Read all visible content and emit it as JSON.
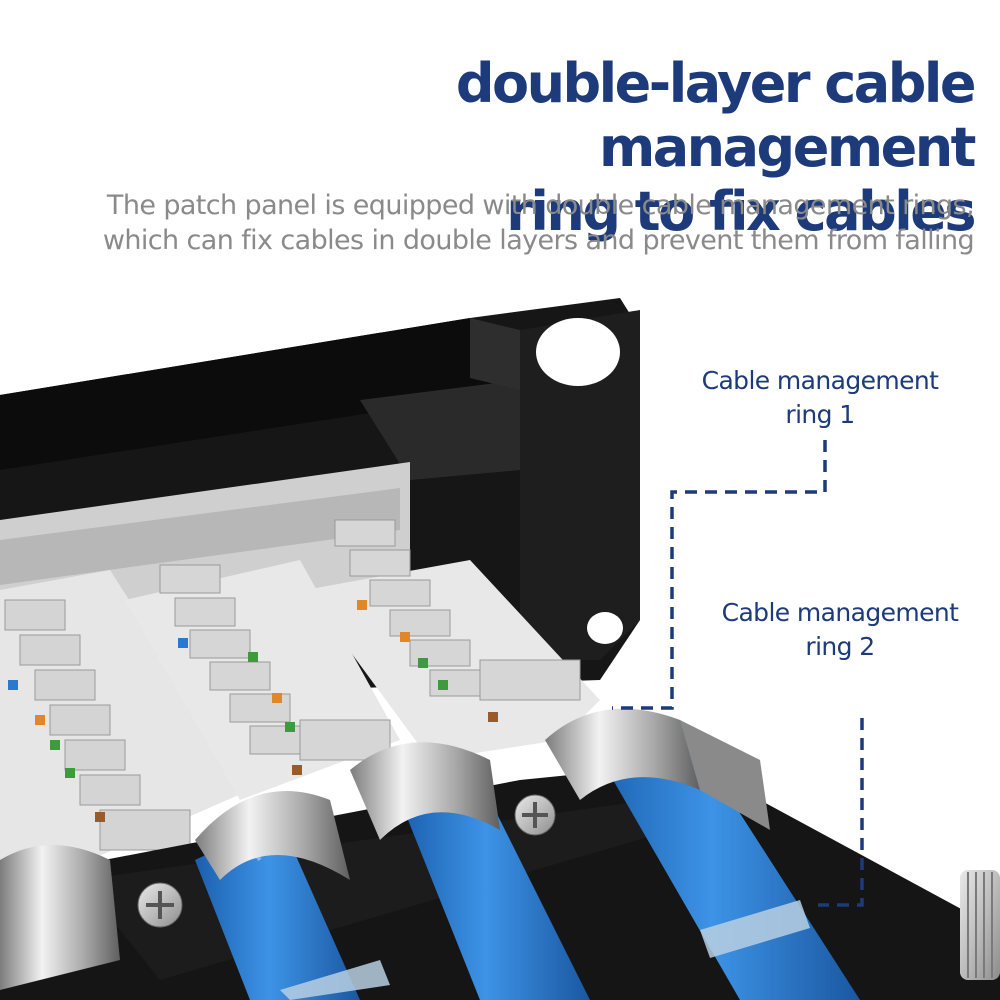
{
  "headline": {
    "line1": "double-layer cable management",
    "line2": "ring to fix cables"
  },
  "description": {
    "line1": "The patch panel is equipped with double cable management rings,",
    "line2": "which can fix cables in double layers and prevent them from falling"
  },
  "callouts": [
    {
      "line1": "Cable management",
      "line2": "ring 1"
    },
    {
      "line1": "Cable management",
      "line2": "ring 2"
    }
  ],
  "colors": {
    "headline": "#1d3a7a",
    "subtext": "#8a8a8a",
    "callout_line": "#1d3a7a",
    "cable": "#2a79cf",
    "panel": "#141414"
  }
}
